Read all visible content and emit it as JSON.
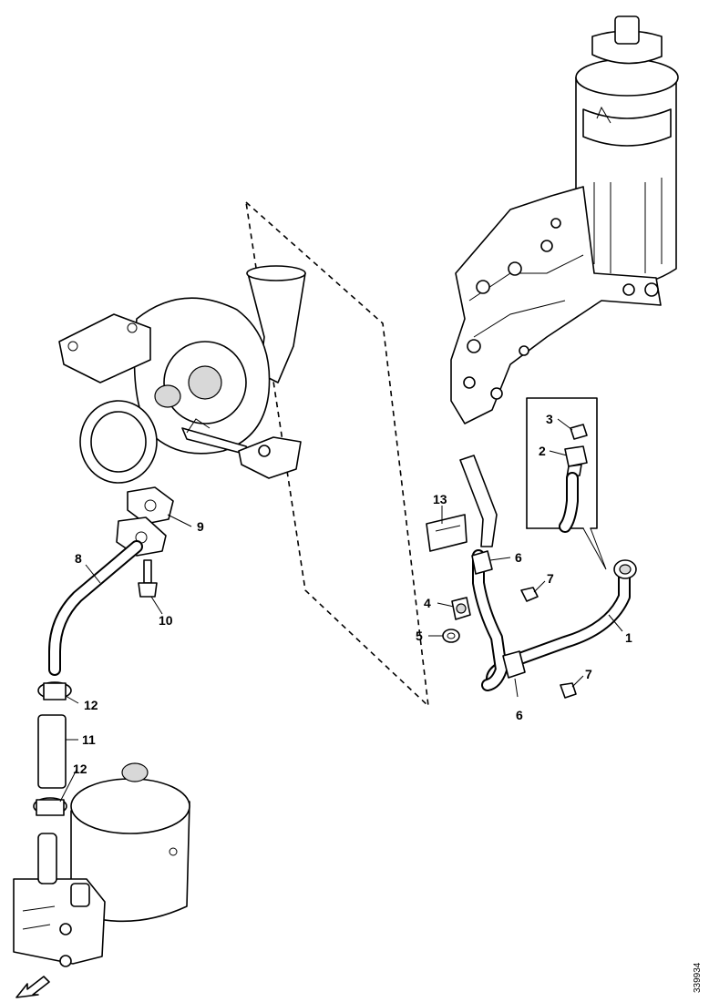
{
  "callouts": [
    {
      "id": "c1",
      "text": "1"
    },
    {
      "id": "c2",
      "text": "2"
    },
    {
      "id": "c3",
      "text": "3"
    },
    {
      "id": "c4",
      "text": "4"
    },
    {
      "id": "c5",
      "text": "5"
    },
    {
      "id": "c6a",
      "text": "6"
    },
    {
      "id": "c6b",
      "text": "6"
    },
    {
      "id": "c7a",
      "text": "7"
    },
    {
      "id": "c7b",
      "text": "7"
    },
    {
      "id": "c8",
      "text": "8"
    },
    {
      "id": "c9",
      "text": "9"
    },
    {
      "id": "c10",
      "text": "10"
    },
    {
      "id": "c11",
      "text": "11"
    },
    {
      "id": "c12a",
      "text": "12"
    },
    {
      "id": "c12b",
      "text": "12"
    },
    {
      "id": "c13",
      "text": "13"
    }
  ],
  "reference_code": "339934",
  "parts": {
    "turbocharger": "turbocharger",
    "oil_filter_housing": "oil-filter-housing",
    "oil_pan": "oil-sump",
    "direction_arrow": "front-direction-arrow-icon"
  }
}
